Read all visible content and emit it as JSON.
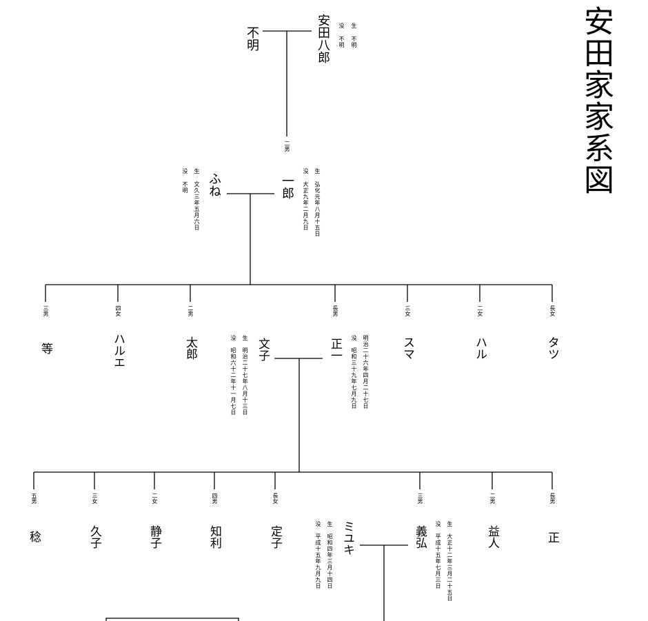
{
  "title": "安田家家系図",
  "relation_labels": {
    "ichiro": "二男",
    "hitoshi": "三男",
    "harue": "四女",
    "taro": "二男",
    "masakazu": "長男",
    "suma": "三女",
    "haru": "二女",
    "tatsu": "長女",
    "minoru": "五男",
    "hisako": "三女",
    "shizuko": "二女",
    "tomotoshi": "四男",
    "sadako": "長女",
    "yoshihiro": "三男",
    "masuto": "二男",
    "tadashi": "長男"
  },
  "people": {
    "yasuda_hachiro": {
      "name": "安田八郎",
      "born_label": "生",
      "born": "不明",
      "died_label": "没",
      "died": "不明"
    },
    "fumei": {
      "name": "不明"
    },
    "ichiro": {
      "name": "一郎",
      "born_label": "生",
      "born": "弘化元年八月十五日",
      "died_label": "没",
      "died": "大正九年二月九日"
    },
    "fune": {
      "name": "ふね",
      "born_label": "生",
      "born": "文久三年五月六日",
      "died_label": "没",
      "died": "不明"
    },
    "hitoshi": {
      "name": "等"
    },
    "harue": {
      "name": "ハルエ"
    },
    "taro": {
      "name": "太郎"
    },
    "fumiko": {
      "name": "文子",
      "born_label": "生",
      "born": "明治二十七年八月十三日",
      "died_label": "没",
      "died": "昭和六十二年十一月七日"
    },
    "masakazu": {
      "name": "正一",
      "born_label": "明治二十六年四月二十七日",
      "born": "",
      "died_label": "没",
      "died": "昭和三十九年七月九日"
    },
    "suma": {
      "name": "スマ"
    },
    "haru": {
      "name": "ハル"
    },
    "tatsu": {
      "name": "タツ"
    },
    "minoru": {
      "name": "稔"
    },
    "hisako": {
      "name": "久子"
    },
    "shizuko": {
      "name": "静子"
    },
    "tomotoshi": {
      "name": "知利"
    },
    "sadako": {
      "name": "定子"
    },
    "miyuki": {
      "name": "ミユキ",
      "born_label": "生",
      "born": "昭和四年三月十四日",
      "died_label": "没",
      "died": "平成十五年九月九日"
    },
    "yoshihiro": {
      "name": "義弘",
      "born_label": "生",
      "born": "大正十二年三月二十五日",
      "died_label": "没",
      "died": "平成十五年七月三日"
    },
    "masuto": {
      "name": "益人"
    },
    "tadashi": {
      "name": "正"
    }
  }
}
